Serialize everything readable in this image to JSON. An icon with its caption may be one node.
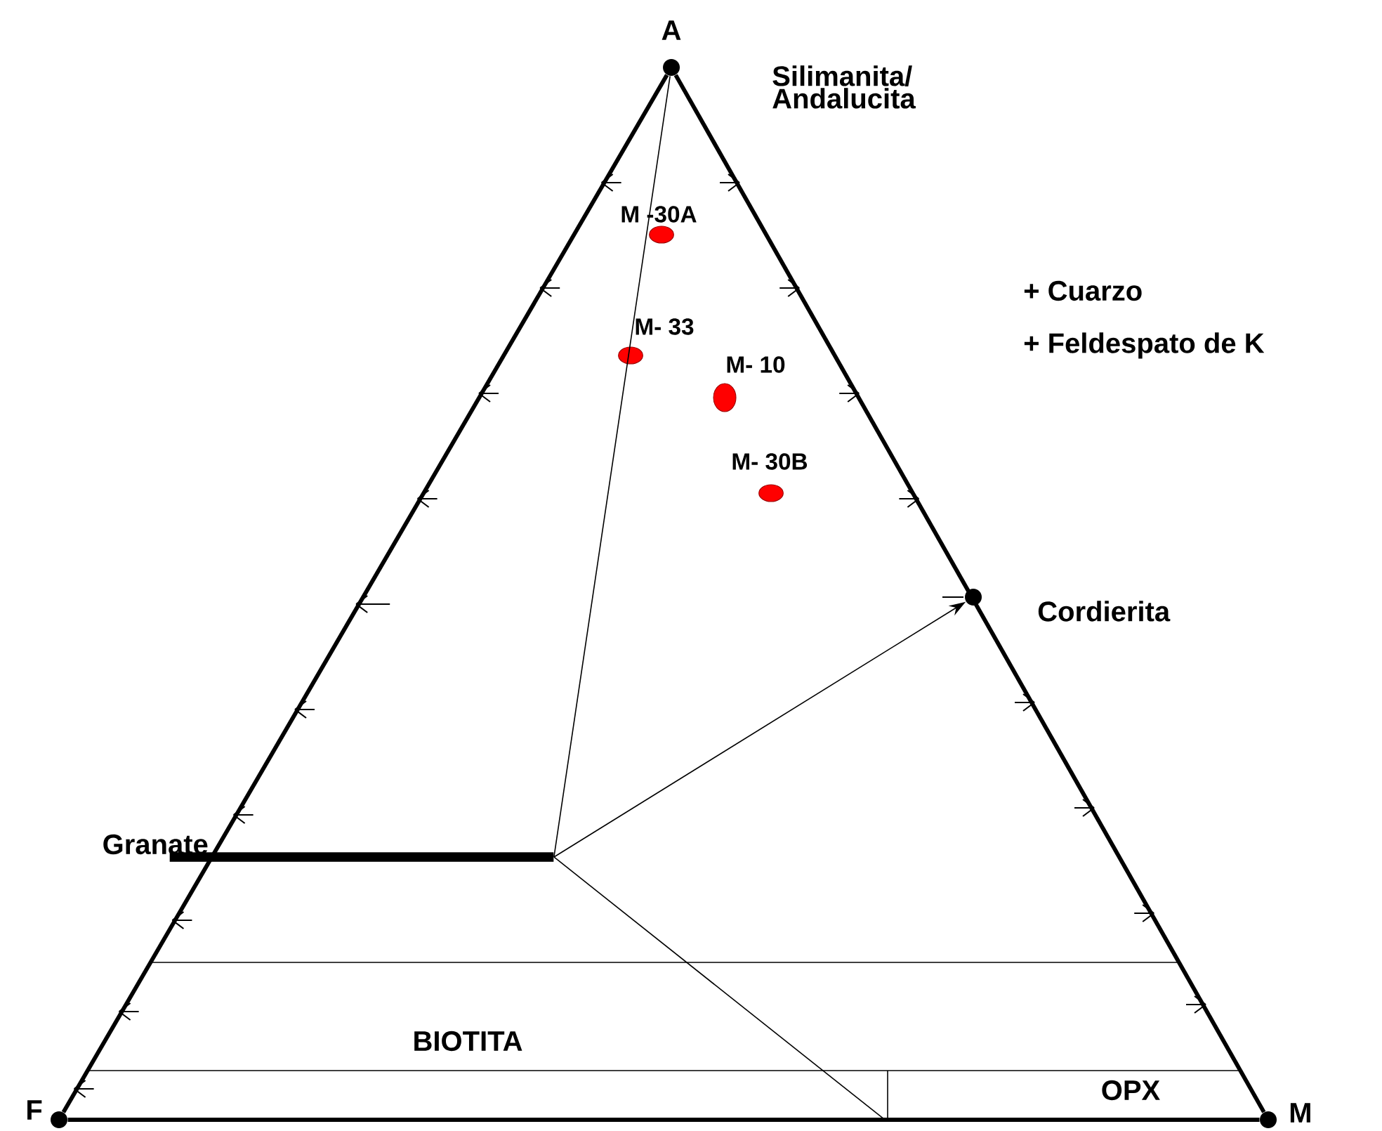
{
  "diagram": {
    "nodes": [
      {
        "text": [],
        "shape": "circle",
        "beside": [
          "A"
        ]
      },
      {
        "text": [],
        "shape": "circle",
        "beside": [
          "F"
        ]
      },
      {
        "text": [],
        "shape": "circle",
        "beside": [
          "M"
        ]
      },
      {
        "text": [],
        "shape": "circle",
        "beside": [
          "Cordierita"
        ]
      },
      {
        "text": [],
        "shape": "bar",
        "beside": [
          "Granate"
        ]
      },
      {
        "text": [],
        "shape": "circle",
        "beside": [
          "M -30A"
        ]
      },
      {
        "text": [],
        "shape": "circle",
        "beside": [
          "M- 33"
        ]
      },
      {
        "text": [],
        "shape": "circle",
        "beside": [
          "M- 10"
        ]
      },
      {
        "text": [],
        "shape": "circle",
        "beside": [
          "M- 30B"
        ]
      }
    ],
    "edges": [
      {
        "from": 0,
        "to": 1,
        "arrow": "none",
        "style": "thick"
      },
      {
        "from": 0,
        "to": 2,
        "arrow": "none",
        "style": "thick"
      },
      {
        "from": 1,
        "to": 2,
        "arrow": "none",
        "style": "thick"
      },
      {
        "from": 0,
        "to": 4,
        "arrow": "none"
      },
      {
        "from": 4,
        "to": 3,
        "arrow": "to"
      },
      {
        "from": 4,
        "to": null,
        "arrow": "none"
      }
    ],
    "labels": [
      "Silimanita/ Andalucita",
      "+ Cuarzo",
      "+ Feldespato de K",
      "BIOTITA",
      "OPX"
    ]
  }
}
